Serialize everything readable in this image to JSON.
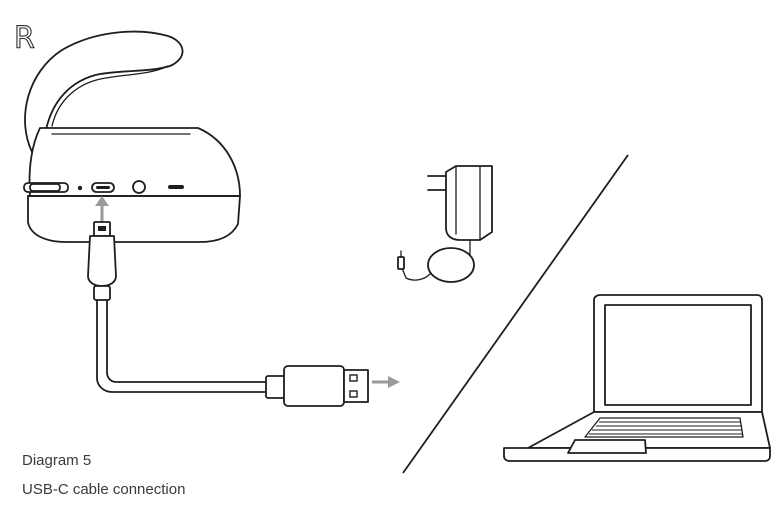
{
  "side_marker": "R",
  "caption": {
    "line1": "Diagram 5",
    "line2": "USB-C cable connection"
  },
  "colors": {
    "line": "#1e1e1e",
    "arrow": "#9a9a9a",
    "background": "#ffffff"
  },
  "icons": [
    "headset-earpiece",
    "usb-c-cable",
    "usb-a-plug",
    "wall-charger",
    "laptop"
  ]
}
